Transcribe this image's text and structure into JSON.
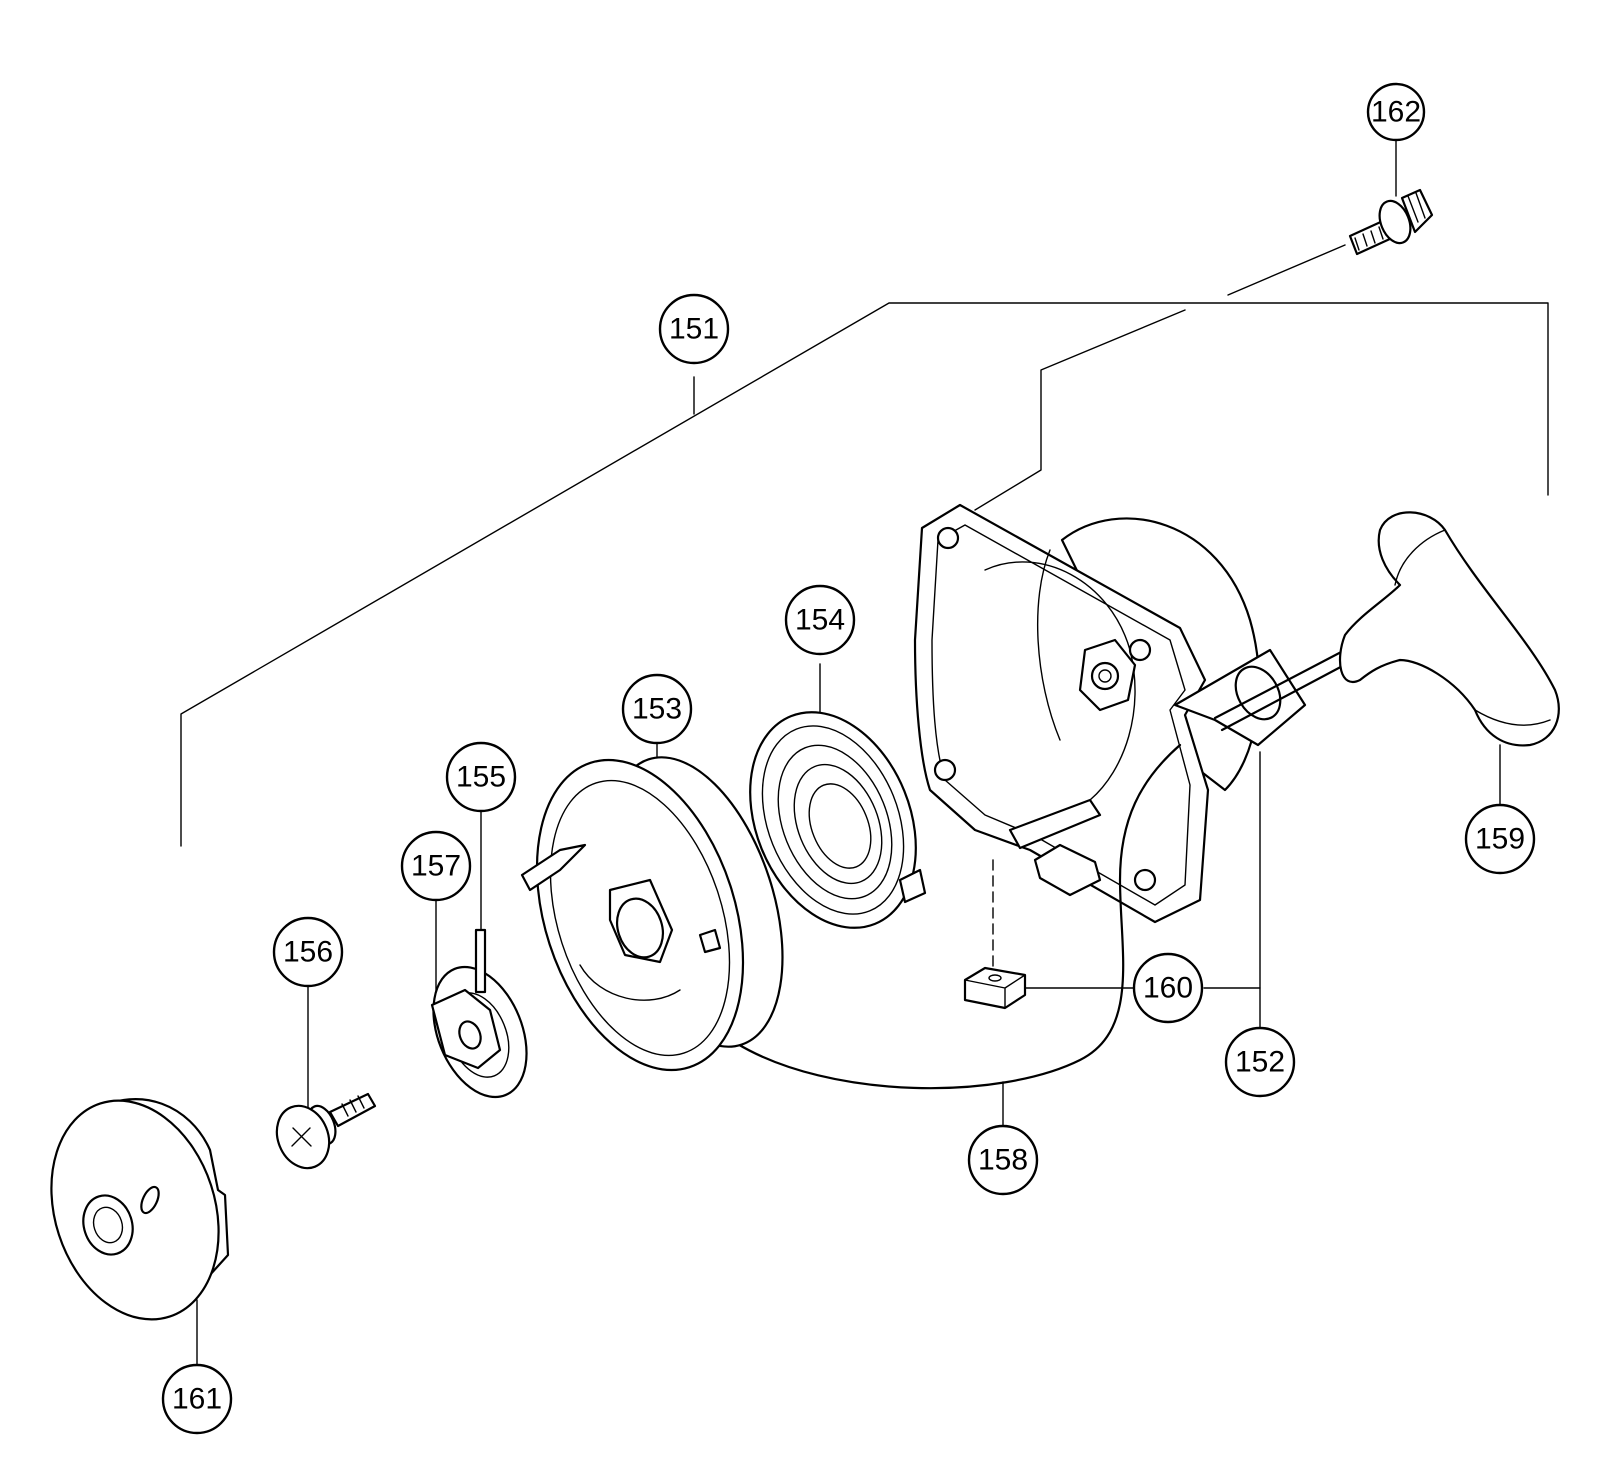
{
  "diagram": {
    "callouts": {
      "c151": "151",
      "c152": "152",
      "c153": "153",
      "c154": "154",
      "c155": "155",
      "c156": "156",
      "c157": "157",
      "c158": "158",
      "c159": "159",
      "c160": "160",
      "c161": "161",
      "c162": "162"
    }
  }
}
